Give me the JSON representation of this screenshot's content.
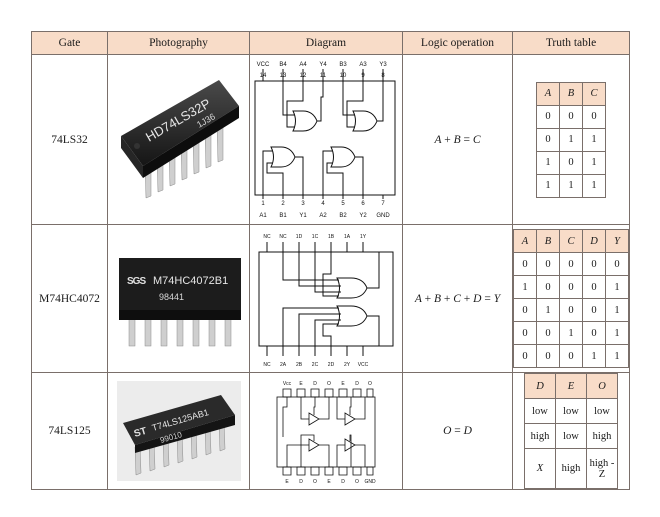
{
  "headers": [
    "Gate",
    "Photography",
    "Diagram",
    "Logic operation",
    "Truth table"
  ],
  "rows": [
    {
      "gate": "74LS32",
      "chip_label": "HD74LS32P",
      "chip_sub": "1J36",
      "logic": {
        "lhs": [
          "A",
          "B"
        ],
        "ops": [
          "+"
        ],
        "rhs": "C"
      },
      "diagram": {
        "top_pins": [
          "VCC",
          "B4",
          "A4",
          "Y4",
          "B3",
          "A3",
          "Y3"
        ],
        "top_nums": [
          "14",
          "13",
          "12",
          "11",
          "10",
          "9",
          "8"
        ],
        "bottom_nums": [
          "1",
          "2",
          "3",
          "4",
          "5",
          "6",
          "7"
        ],
        "bottom_pins": [
          "A1",
          "B1",
          "Y1",
          "A2",
          "B2",
          "Y2",
          "GND"
        ]
      },
      "truth": {
        "headers": [
          "A",
          "B",
          "C"
        ],
        "rows": [
          [
            "0",
            "0",
            "0"
          ],
          [
            "0",
            "1",
            "1"
          ],
          [
            "1",
            "0",
            "1"
          ],
          [
            "1",
            "1",
            "1"
          ]
        ]
      }
    },
    {
      "gate": "M74HC4072",
      "chip_label": "M74HC4072B1",
      "chip_sub": "98441",
      "logic": {
        "lhs": [
          "A",
          "B",
          "C",
          "D"
        ],
        "ops": [
          "+",
          "+",
          "+"
        ],
        "rhs": "Y"
      },
      "truth": {
        "headers": [
          "A",
          "B",
          "C",
          "D",
          "Y"
        ],
        "rows": [
          [
            "0",
            "0",
            "0",
            "0",
            "0"
          ],
          [
            "1",
            "0",
            "0",
            "0",
            "1"
          ],
          [
            "0",
            "1",
            "0",
            "0",
            "1"
          ],
          [
            "0",
            "0",
            "1",
            "0",
            "1"
          ],
          [
            "0",
            "0",
            "0",
            "1",
            "1"
          ]
        ]
      }
    },
    {
      "gate": "74LS125",
      "chip_label": "T74LS125AB1",
      "chip_sub": "99010",
      "logic": {
        "lhs": [
          "O"
        ],
        "ops": [],
        "rhs": "D"
      },
      "truth": {
        "headers": [
          "D",
          "E",
          "O"
        ],
        "rows": [
          [
            "low",
            "low",
            "low"
          ],
          [
            "high",
            "low",
            "high"
          ],
          [
            "X",
            "high",
            "high -Z"
          ]
        ]
      }
    }
  ]
}
